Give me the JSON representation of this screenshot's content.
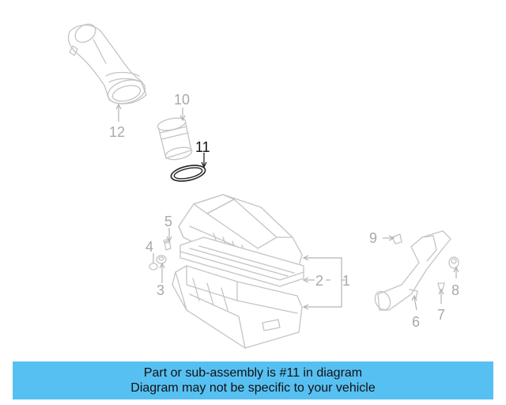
{
  "callouts": {
    "c1": "1",
    "c2": "2",
    "c3": "3",
    "c4": "4",
    "c5": "5",
    "c6": "6",
    "c7": "7",
    "c8": "8",
    "c9": "9",
    "c10": "10",
    "c11": "11",
    "c12": "12"
  },
  "highlighted_part": "11",
  "banner": {
    "line1": "Part or sub-assembly is #11 in diagram",
    "line2": "Diagram may not be specific to your vehicle"
  },
  "colors": {
    "banner_bg": "#57c0f2",
    "part_line": "#c4c4c4",
    "highlight": "#111111"
  }
}
